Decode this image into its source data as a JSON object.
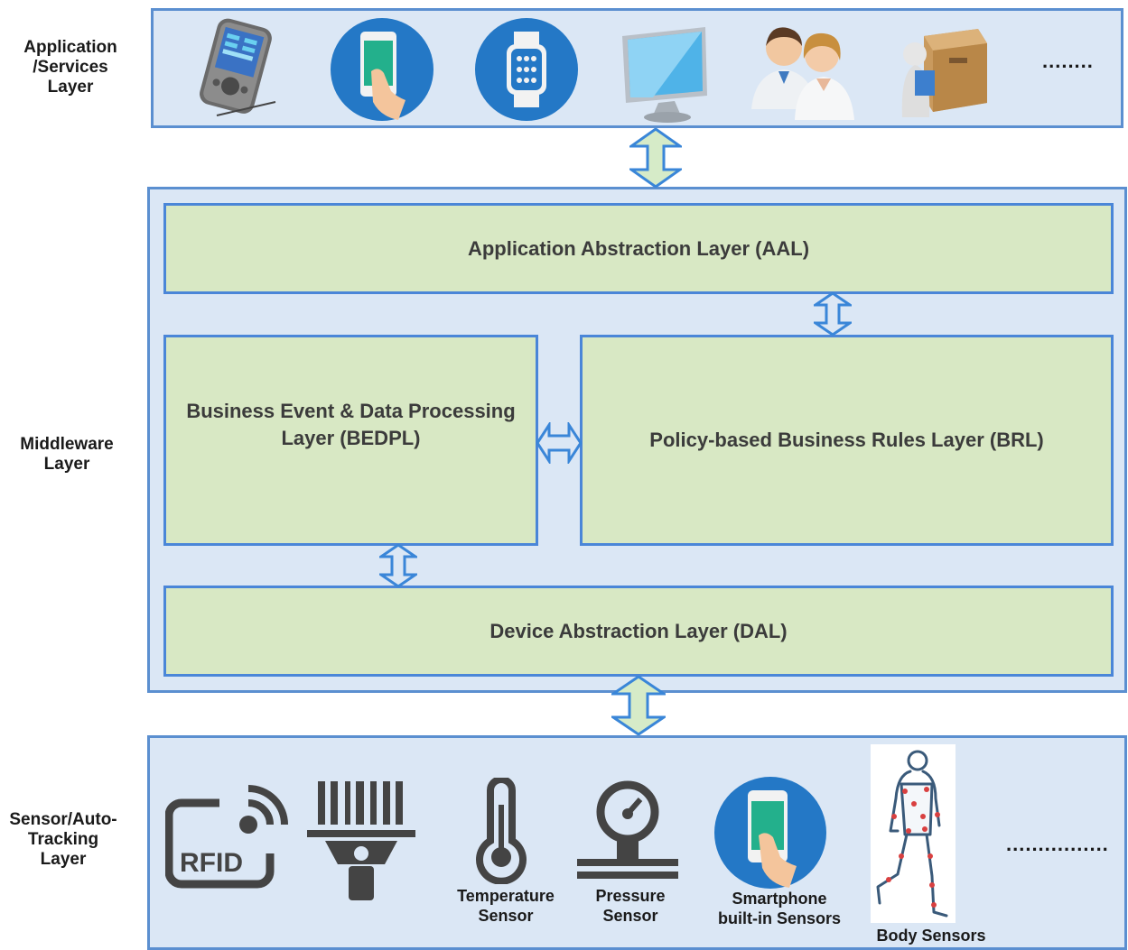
{
  "layers": {
    "application": {
      "label": "Application\n/Services\nLayer",
      "icons": [
        "pda-icon",
        "smartphone-icon",
        "smartwatch-icon",
        "monitor-icon",
        "doctors-icon",
        "delivery-box-icon"
      ],
      "more": "........"
    },
    "middleware": {
      "label": "Middleware\nLayer",
      "aal": "Application Abstraction Layer (AAL)",
      "bedpl": "Business Event & Data Processing\nLayer (BEDPL)",
      "brl": "Policy-based Business Rules Layer (BRL)",
      "dal": "Device Abstraction Layer (DAL)"
    },
    "sensor": {
      "label": "Sensor/Auto-\nTracking\nLayer",
      "items": [
        {
          "icon": "rfid-icon",
          "label": ""
        },
        {
          "icon": "barcode-scanner-icon",
          "label": ""
        },
        {
          "icon": "thermometer-icon",
          "label": "Temperature\nSensor"
        },
        {
          "icon": "pressure-gauge-icon",
          "label": "Pressure\nSensor"
        },
        {
          "icon": "smartphone-icon",
          "label": "Smartphone\nbuilt-in Sensors"
        },
        {
          "icon": "body-figure-icon",
          "label": "Body Sensors"
        }
      ],
      "more": "................"
    }
  },
  "colors": {
    "layer_fill": "#dbe7f5",
    "layer_border": "#5b8fd0",
    "box_fill": "#d8e8c4",
    "box_border": "#4a86d8",
    "arrow_fill": "#d6ebc8"
  }
}
